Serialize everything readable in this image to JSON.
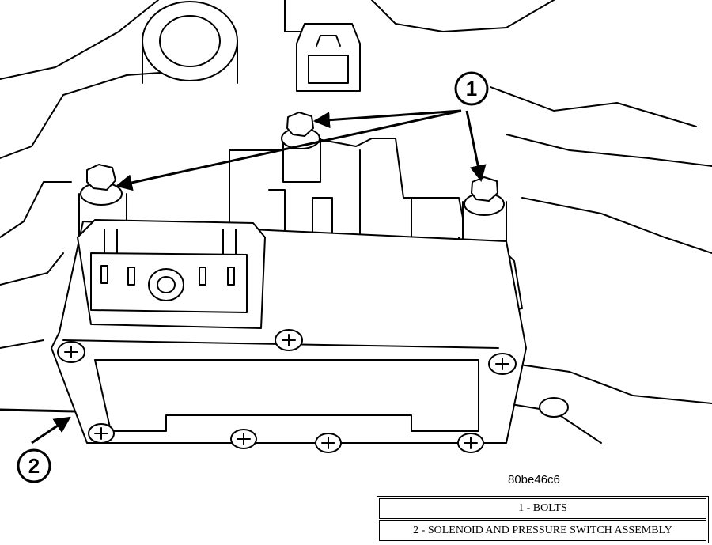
{
  "callouts": [
    {
      "number": "1"
    },
    {
      "number": "2"
    }
  ],
  "figure_id": "80be46c6",
  "legend": [
    {
      "text": "1 - BOLTS"
    },
    {
      "text": "2 - SOLENOID AND PRESSURE SWITCH ASSEMBLY"
    }
  ]
}
